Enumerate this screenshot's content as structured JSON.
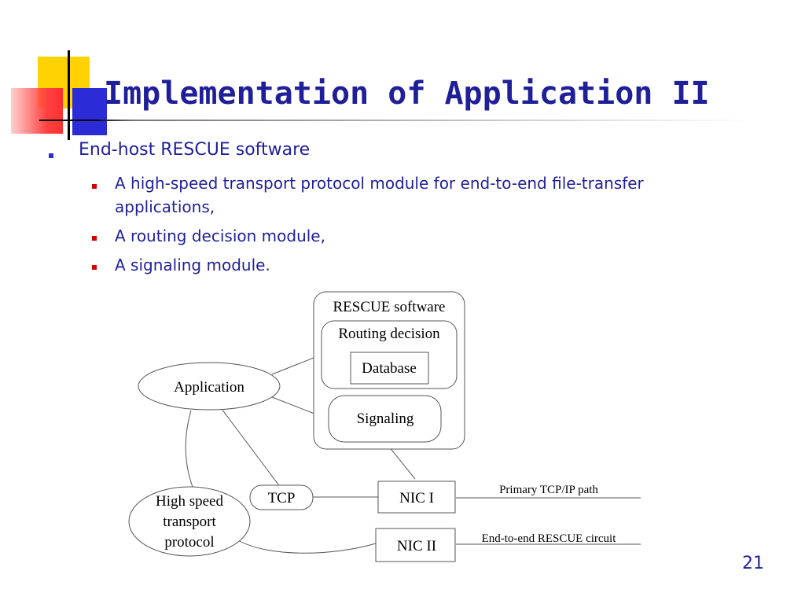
{
  "slide": {
    "title": "Implementation of Application II",
    "page_number": "21"
  },
  "bullets": {
    "level1": "End-host RESCUE software",
    "level2": [
      "A high-speed transport protocol module for end-to-end file-transfer applications,",
      "A routing decision module,",
      "A signaling module."
    ]
  },
  "diagram": {
    "rescue_software": "RESCUE software",
    "routing_decision": "Routing decision",
    "database": "Database",
    "signaling": "Signaling",
    "application": "Application",
    "tcp": "TCP",
    "high_speed_lines": [
      "High speed",
      "transport",
      "protocol"
    ],
    "nic1": "NIC I",
    "nic2": "NIC II",
    "primary_path": "Primary TCP/IP path",
    "rescue_circuit": "End-to-end RESCUE circuit"
  },
  "colors": {
    "title": "#1f1f99",
    "bullet_level1": "#2b2bd8",
    "bullet_level2": "#d00000",
    "accent_yellow": "#ffd200",
    "accent_red": "#ff4040",
    "accent_blue": "#2b2bd8"
  }
}
